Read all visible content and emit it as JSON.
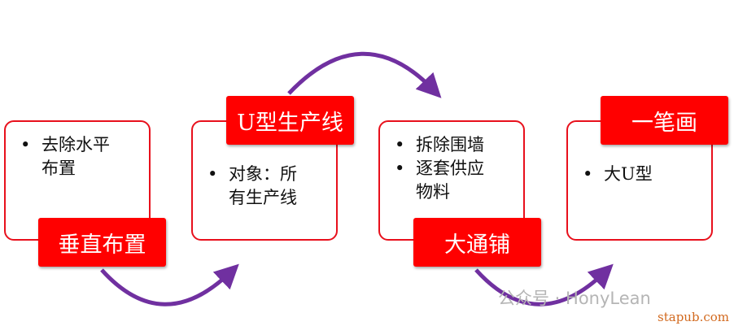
{
  "steps": [
    {
      "title": "垂直布置",
      "bullets": [
        "去除水平布置"
      ]
    },
    {
      "title": "U型生产线",
      "bullets": [
        "对象：所有生产线"
      ]
    },
    {
      "title": "大通铺",
      "bullets": [
        "拆除围墙",
        "逐套供应物料"
      ]
    },
    {
      "title": "一笔画",
      "bullets": [
        "大U型"
      ]
    }
  ],
  "watermark": "公众号 · HonyLean",
  "site": "stapub.com",
  "colors": {
    "accent": "#ff0000",
    "arrow": "#7030a0"
  }
}
